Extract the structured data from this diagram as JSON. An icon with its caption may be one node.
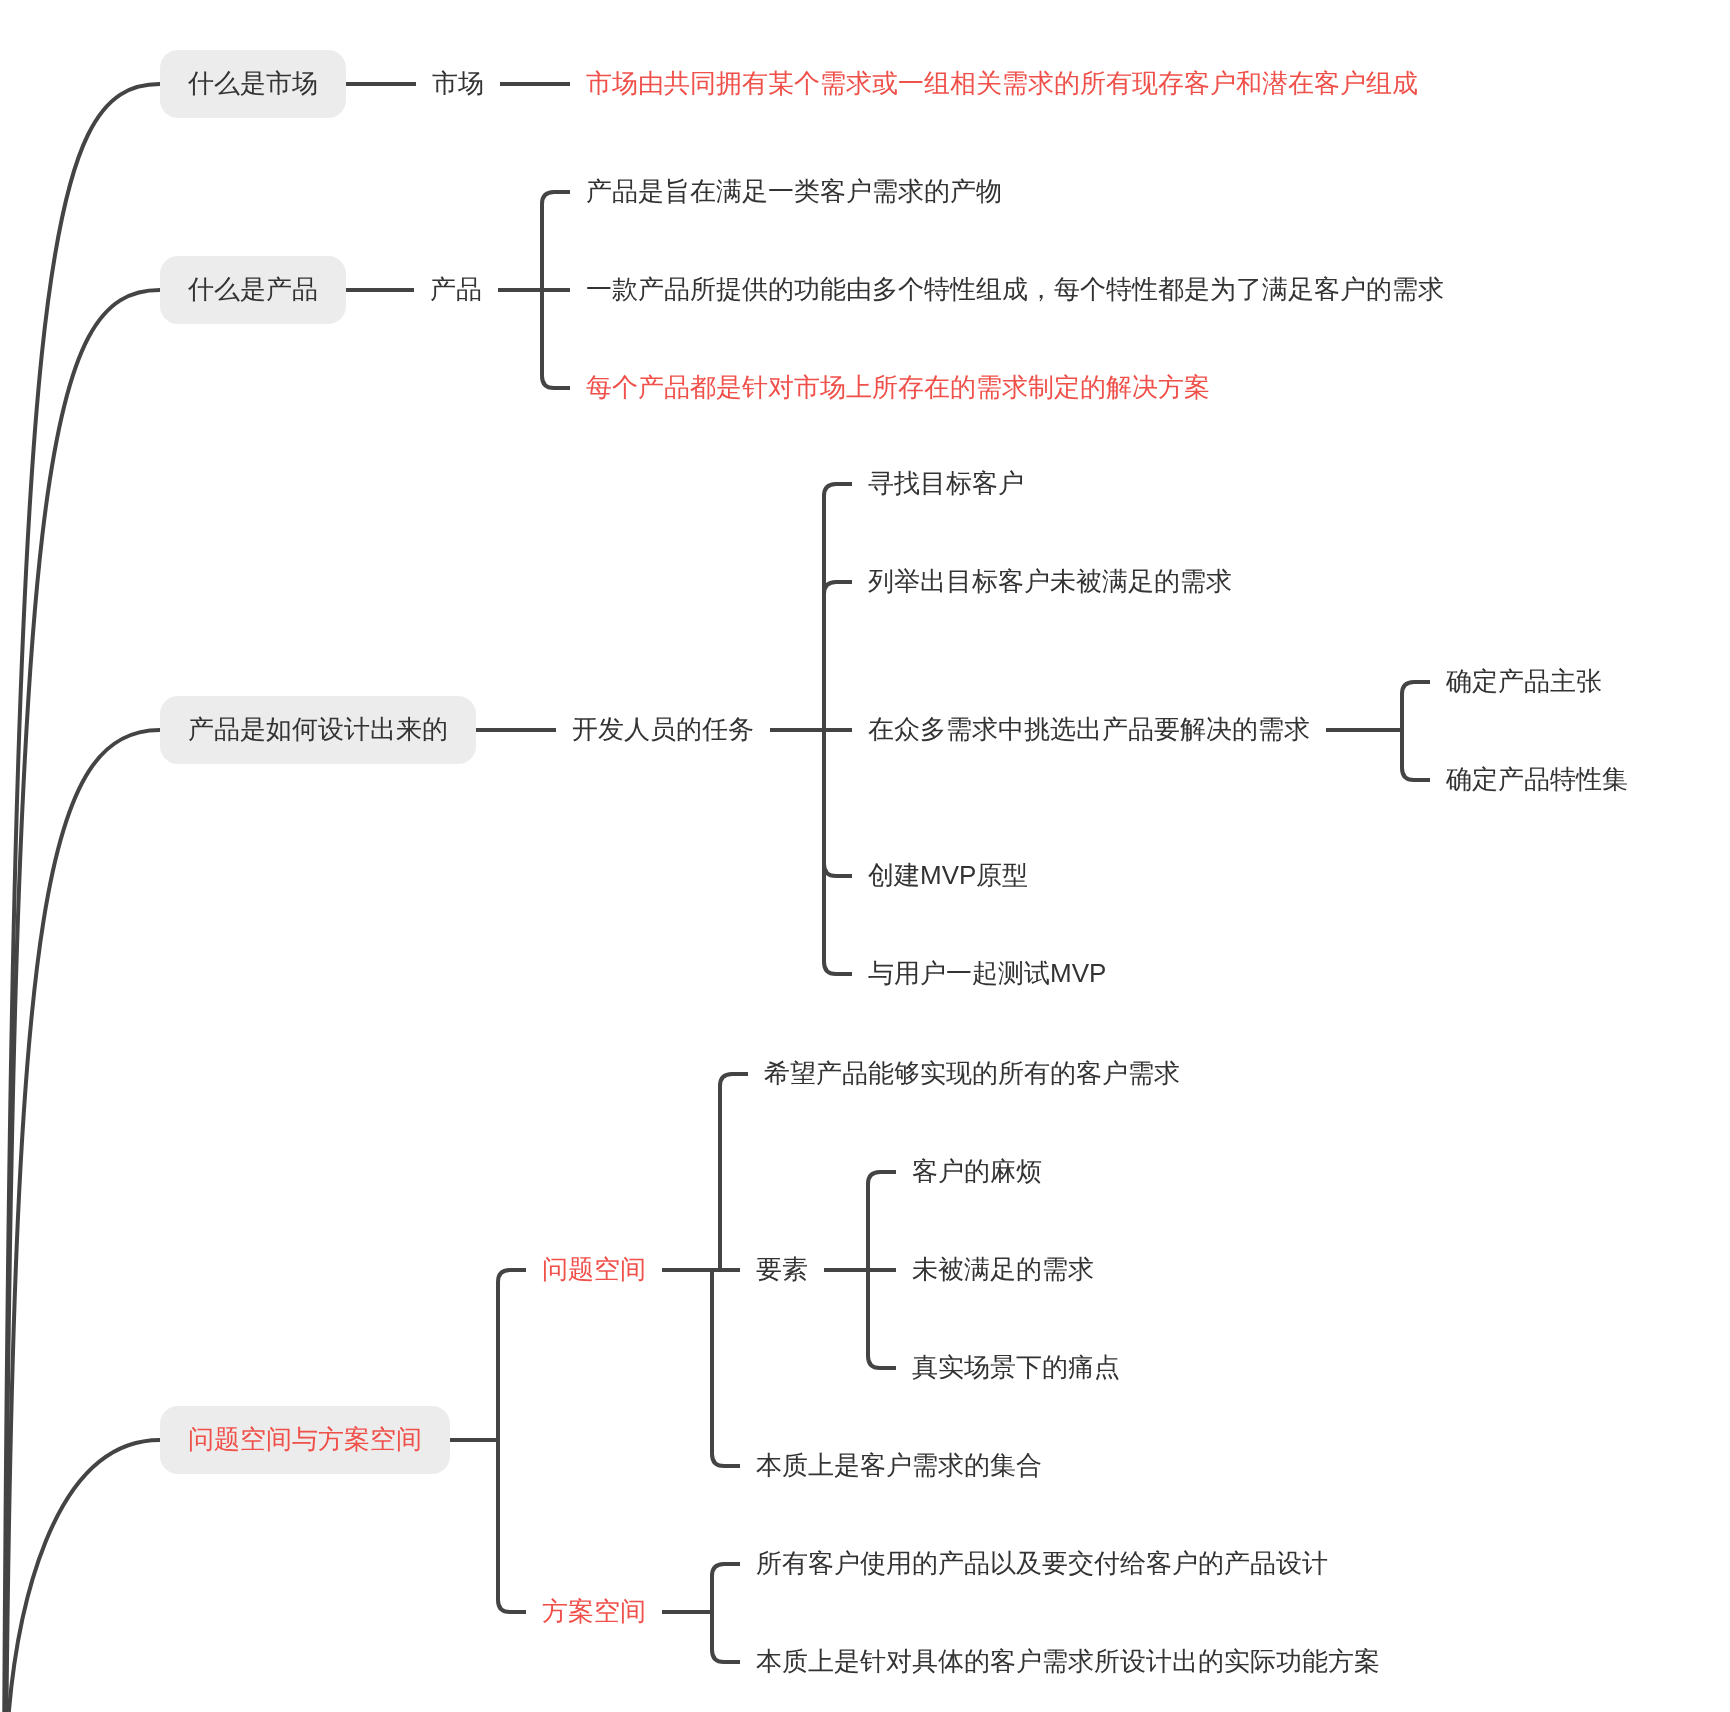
{
  "diagram": {
    "nodes": [
      {
        "text": [
          "什么是市场"
        ]
      },
      {
        "text": [
          "市场"
        ]
      },
      {
        "text": [
          "市场由共同拥有某个需求或一组相关需求的所有现存客户和潜在客户组成"
        ]
      },
      {
        "text": [
          "什么是产品"
        ]
      },
      {
        "text": [
          "产品"
        ]
      },
      {
        "text": [
          "产品是旨在满足一类客户需求的产物"
        ]
      },
      {
        "text": [
          "一款产品所提供的功能由多个特性组成，每个特性都是为了满足客户的需求"
        ]
      },
      {
        "text": [
          "每个产品都是针对市场上所存在的需求制定的解决方案"
        ]
      },
      {
        "text": [
          "产品是如何设计出来的"
        ]
      },
      {
        "text": [
          "开发人员的任务"
        ]
      },
      {
        "text": [
          "寻找目标客户"
        ]
      },
      {
        "text": [
          "列举出目标客户未被满足的需求"
        ]
      },
      {
        "text": [
          "在众多需求中挑选出产品要解决的需求"
        ]
      },
      {
        "text": [
          "确定产品主张"
        ]
      },
      {
        "text": [
          "确定产品特性集"
        ]
      },
      {
        "text": [
          "创建MVP原型"
        ]
      },
      {
        "text": [
          "与用户一起测试MVP"
        ]
      },
      {
        "text": [
          "问题空间与方案空间"
        ]
      },
      {
        "text": [
          "问题空间"
        ]
      },
      {
        "text": [
          "希望产品能够实现的所有的客户需求"
        ]
      },
      {
        "text": [
          "要素"
        ]
      },
      {
        "text": [
          "客户的麻烦"
        ]
      },
      {
        "text": [
          "未被满足的需求"
        ]
      },
      {
        "text": [
          "真实场景下的痛点"
        ]
      },
      {
        "text": [
          "本质上是客户需求的集合"
        ]
      },
      {
        "text": [
          "方案空间"
        ]
      },
      {
        "text": [
          "所有客户使用的产品以及要交付给客户的产品设计"
        ]
      },
      {
        "text": [
          "本质上是针对具体的客户需求所设计出的实际功能方案"
        ]
      }
    ],
    "edges": [
      {
        "from": null,
        "to": 0,
        "arrow": "none"
      },
      {
        "from": null,
        "to": 3,
        "arrow": "none"
      },
      {
        "from": null,
        "to": 8,
        "arrow": "none"
      },
      {
        "from": null,
        "to": 17,
        "arrow": "none"
      },
      {
        "from": 0,
        "to": 1,
        "arrow": "none"
      },
      {
        "from": 1,
        "to": 2,
        "arrow": "none"
      },
      {
        "from": 3,
        "to": 4,
        "arrow": "none"
      },
      {
        "from": 4,
        "to": 5,
        "arrow": "none"
      },
      {
        "from": 4,
        "to": 6,
        "arrow": "none"
      },
      {
        "from": 4,
        "to": 7,
        "arrow": "none"
      },
      {
        "from": 8,
        "to": 9,
        "arrow": "none"
      },
      {
        "from": 9,
        "to": 10,
        "arrow": "none"
      },
      {
        "from": 9,
        "to": 11,
        "arrow": "none"
      },
      {
        "from": 9,
        "to": 12,
        "arrow": "none"
      },
      {
        "from": 9,
        "to": 15,
        "arrow": "none"
      },
      {
        "from": 9,
        "to": 16,
        "arrow": "none"
      },
      {
        "from": 12,
        "to": 13,
        "arrow": "none"
      },
      {
        "from": 12,
        "to": 14,
        "arrow": "none"
      },
      {
        "from": 17,
        "to": 18,
        "arrow": "none"
      },
      {
        "from": 17,
        "to": 25,
        "arrow": "none"
      },
      {
        "from": 18,
        "to": 19,
        "arrow": "none"
      },
      {
        "from": 18,
        "to": 20,
        "arrow": "none"
      },
      {
        "from": 18,
        "to": 24,
        "arrow": "none"
      },
      {
        "from": 20,
        "to": 21,
        "arrow": "none"
      },
      {
        "from": 20,
        "to": 22,
        "arrow": "none"
      },
      {
        "from": 20,
        "to": 23,
        "arrow": "none"
      },
      {
        "from": 25,
        "to": 26,
        "arrow": "none"
      },
      {
        "from": 25,
        "to": 27,
        "arrow": "none"
      }
    ]
  }
}
